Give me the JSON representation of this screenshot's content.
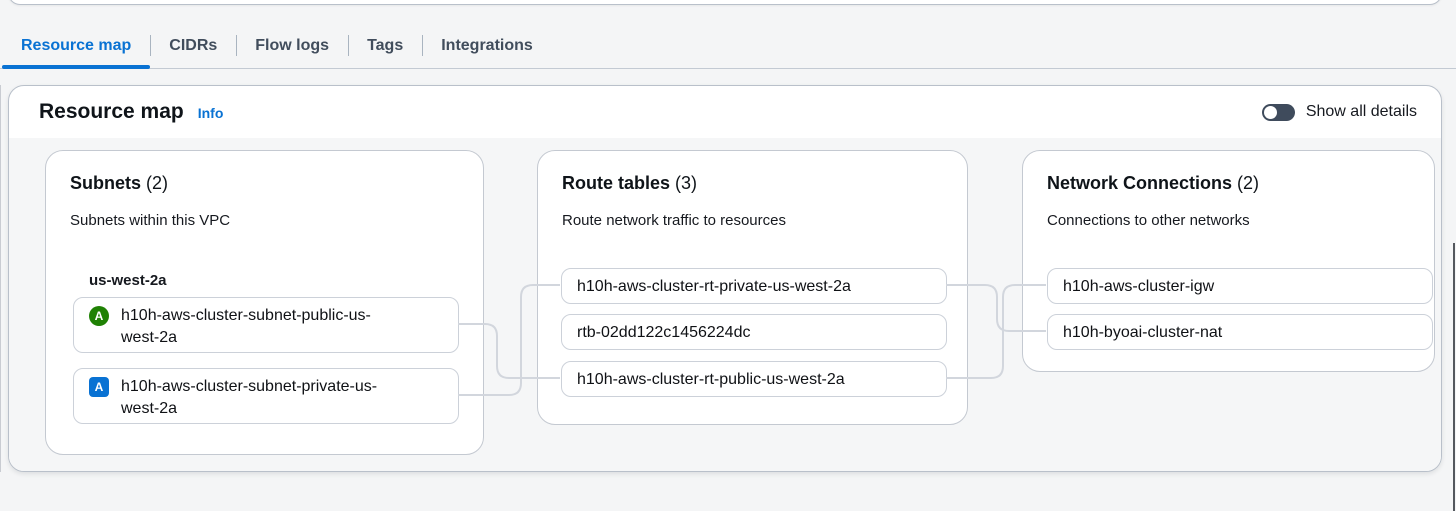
{
  "tabs": {
    "items": [
      {
        "label": "Resource map",
        "active": true
      },
      {
        "label": "CIDRs",
        "active": false
      },
      {
        "label": "Flow logs",
        "active": false
      },
      {
        "label": "Tags",
        "active": false
      },
      {
        "label": "Integrations",
        "active": false
      }
    ]
  },
  "panel": {
    "title": "Resource map",
    "info_label": "Info",
    "toggle_label": "Show all details",
    "toggle_state": "off"
  },
  "columns": [
    {
      "title": "Subnets",
      "count": "(2)",
      "subtitle": "Subnets within this VPC",
      "group_label": "us-west-2a",
      "items": [
        {
          "badge": "A",
          "badge_shape": "circle",
          "badge_color": "#1f8104",
          "label": "h10h-aws-cluster-subnet-public-us-west-2a"
        },
        {
          "badge": "A",
          "badge_shape": "square",
          "badge_color": "#0972d3",
          "label": "h10h-aws-cluster-subnet-private-us-west-2a"
        }
      ]
    },
    {
      "title": "Route tables",
      "count": "(3)",
      "subtitle": "Route network traffic to resources",
      "items": [
        {
          "label": "h10h-aws-cluster-rt-private-us-west-2a"
        },
        {
          "label": "rtb-02dd122c1456224dc"
        },
        {
          "label": "h10h-aws-cluster-rt-public-us-west-2a"
        }
      ]
    },
    {
      "title": "Network Connections",
      "count": "(2)",
      "subtitle": "Connections to other networks",
      "items": [
        {
          "label": "h10h-aws-cluster-igw"
        },
        {
          "label": "h10h-byoai-cluster-nat"
        }
      ]
    }
  ],
  "colors": {
    "accent": "#0972d3",
    "badge_green": "#1f8104",
    "badge_blue": "#0972d3",
    "toggle_off": "#3f4b5c",
    "connector": "#d2d6dd"
  }
}
